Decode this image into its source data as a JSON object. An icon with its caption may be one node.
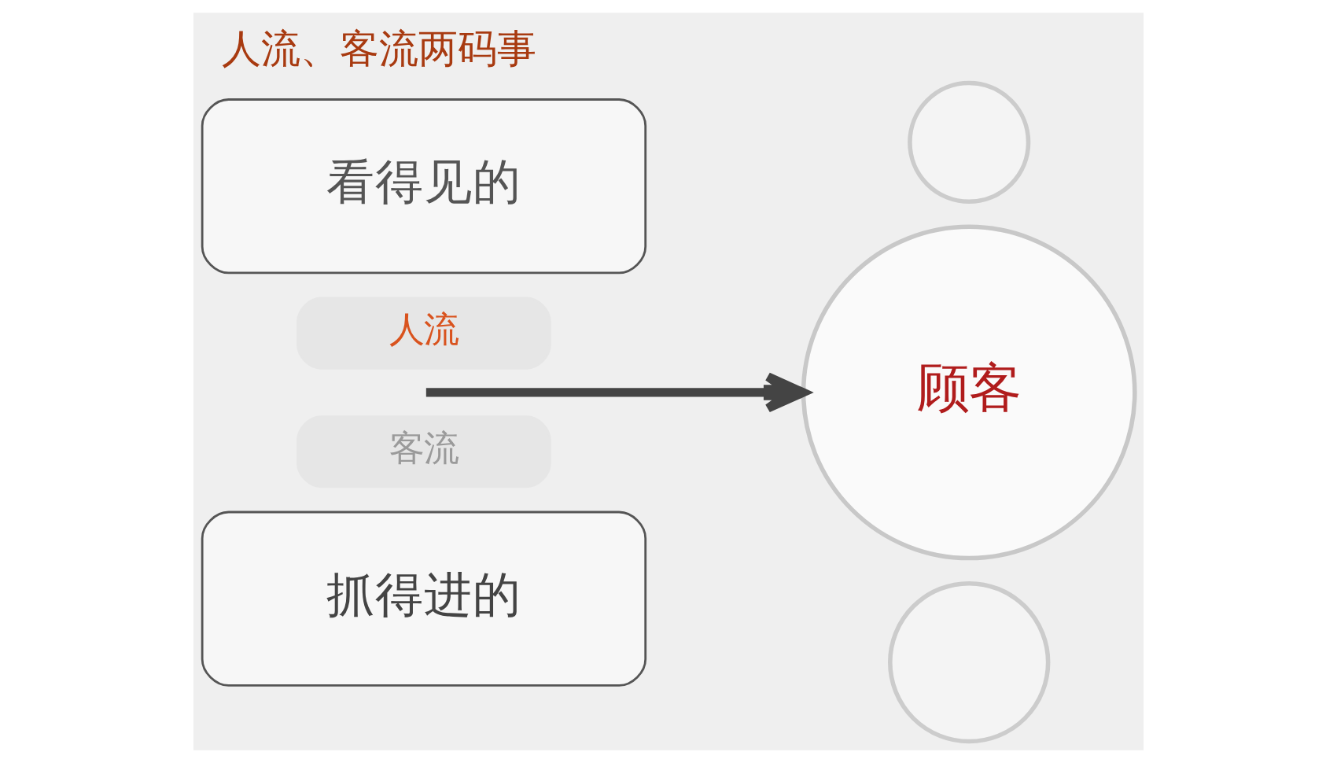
{
  "diagram": {
    "title": "人流、客流两码事",
    "nodes": [
      {
        "text": [
          "看得见的"
        ]
      },
      {
        "text": [
          "人流"
        ]
      },
      {
        "text": [
          "客流"
        ]
      },
      {
        "text": [
          "抓得进的"
        ]
      },
      {
        "text": [
          "顾客"
        ]
      },
      {
        "text": [],
        "shape": "circle"
      },
      {
        "text": [],
        "shape": "circle"
      }
    ],
    "edges": [
      {
        "from": null,
        "to": 4,
        "arrow": "to"
      }
    ]
  }
}
